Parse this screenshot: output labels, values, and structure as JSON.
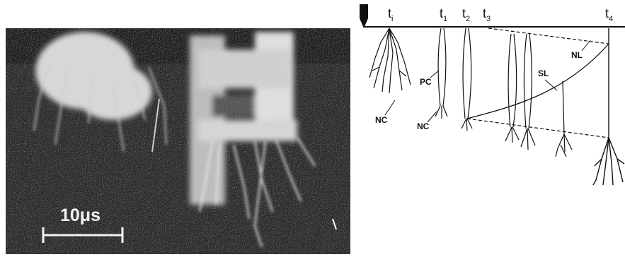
{
  "photo": {
    "scale_bar_label": "10μs",
    "background_color": "#2b2b2b",
    "glow_color": "#dcdcdc"
  },
  "diagram": {
    "time_markers": [
      {
        "main": "t",
        "sub": "i"
      },
      {
        "main": "t",
        "sub": "1"
      },
      {
        "main": "t",
        "sub": "2"
      },
      {
        "main": "t",
        "sub": "3"
      },
      {
        "main": "t",
        "sub": "4"
      }
    ],
    "callouts": {
      "pc": "PC",
      "nc_1": "NC",
      "nc_2": "NC",
      "sl": "SL",
      "nl": "NL"
    },
    "line_color": "#111111"
  }
}
